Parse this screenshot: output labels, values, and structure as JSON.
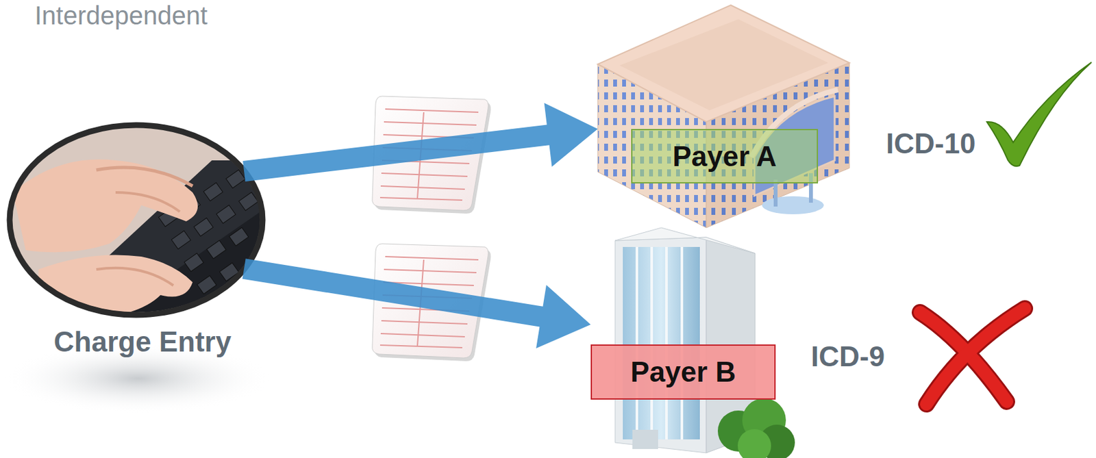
{
  "diagram": {
    "nodes": [
      {
        "text": [
          "Charge Entry"
        ]
      },
      {
        "text": [
          "Payer A"
        ]
      },
      {
        "text": [
          "Payer B"
        ]
      }
    ],
    "edges": [
      {
        "from": 0,
        "to": 1,
        "arrow": "to"
      },
      {
        "from": 0,
        "to": 2,
        "arrow": "to"
      }
    ],
    "labels": [
      "Interdependent",
      "ICD-10",
      "ICD-9"
    ]
  }
}
